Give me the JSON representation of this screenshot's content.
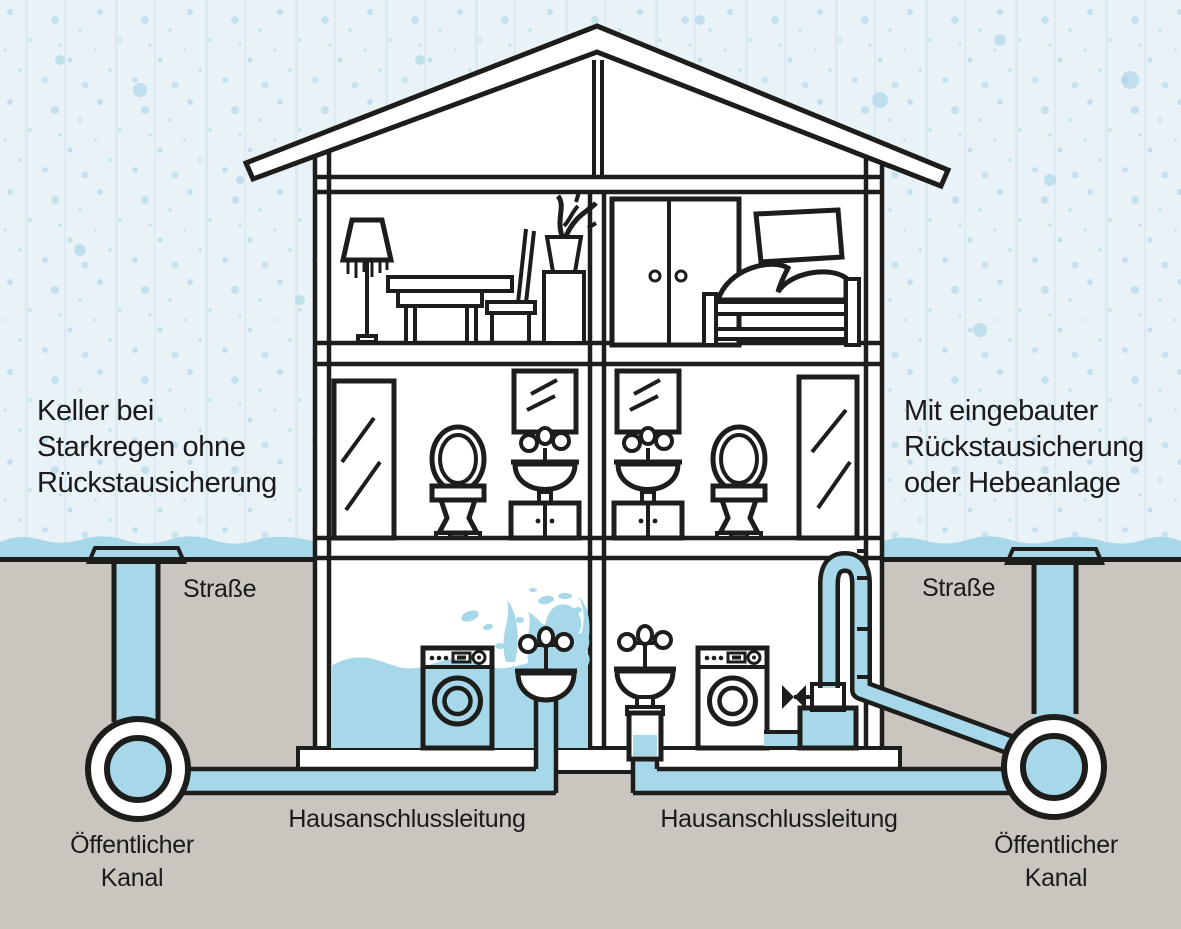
{
  "colors": {
    "sky": "#e9f2f6",
    "rain_speckle": "#a9d3e6",
    "ground": "#cac6bf",
    "water": "#a6d8e9",
    "outline": "#1d1d1b",
    "pump_top": "#d8ecf4",
    "house_fill": "#ffffff"
  },
  "captions": {
    "left": {
      "lines": [
        "Keller bei",
        "Starkregen ohne",
        "Rückstausicherung"
      ]
    },
    "right": {
      "lines": [
        "Mit eingebauter",
        "Rückstausicherung",
        "oder Hebeanlage"
      ]
    }
  },
  "labels": {
    "street_left": "Straße",
    "street_right": "Straße",
    "house_connection_left": "Hausanschlussleitung",
    "house_connection_right": "Hausanschlussleitung",
    "public_sewer_left": {
      "line1": "Öffentlicher",
      "line2": "Kanal"
    },
    "public_sewer_right": {
      "line1": "Öffentlicher",
      "line2": "Kanal"
    }
  },
  "icons": [
    "rain-texture",
    "flood-water",
    "street-drain",
    "sewer-drop-pipe",
    "house-cross-section",
    "roof",
    "washing-machine",
    "floor-drain-basin",
    "water-splash",
    "backflow-valve",
    "lifting-station-pump",
    "backflow-loop-pipe",
    "toilet",
    "sink-with-mirror",
    "shower-mirror-panel",
    "floor-lamp",
    "table",
    "chair",
    "potted-plant",
    "wardrobe",
    "bed",
    "picture-frame",
    "house-connection-pipe",
    "public-sewer-canal"
  ]
}
